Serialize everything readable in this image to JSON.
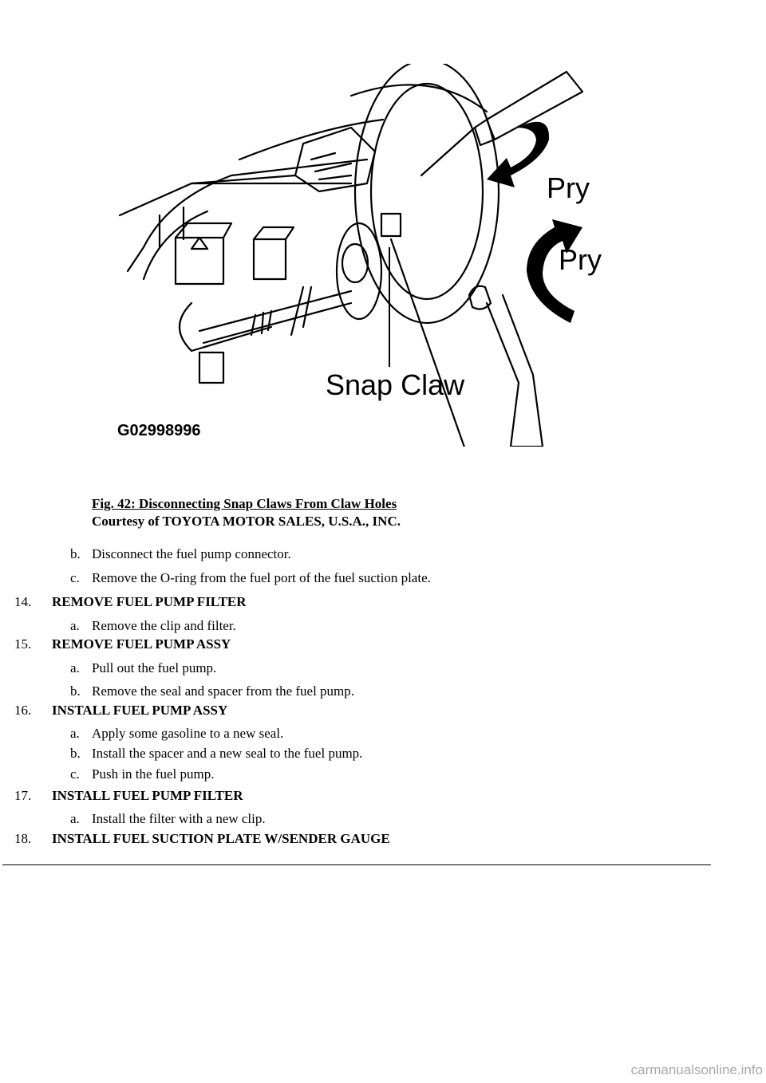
{
  "figure": {
    "labels": {
      "pry_top": "Pry",
      "pry_bottom": "Pry",
      "snap_claw": "Snap Claw"
    },
    "code": "G02998996"
  },
  "caption": {
    "title": "Fig. 42: Disconnecting Snap Claws From Claw Holes",
    "courtesy": "Courtesy of TOYOTA MOTOR SALES, U.S.A., INC."
  },
  "substeps_top": [
    {
      "letter": "b.",
      "text": "Disconnect the fuel pump connector."
    },
    {
      "letter": "c.",
      "text": "Remove the O-ring from the fuel port of the fuel suction plate."
    }
  ],
  "steps": [
    {
      "number": "14.",
      "title": "REMOVE FUEL PUMP FILTER",
      "substeps": [
        {
          "letter": "a.",
          "text": "Remove the clip and filter."
        }
      ]
    },
    {
      "number": "15.",
      "title": "REMOVE FUEL PUMP ASSY",
      "substeps": [
        {
          "letter": "a.",
          "text": "Pull out the fuel pump."
        },
        {
          "letter": "b.",
          "text": "Remove the seal and spacer from the fuel pump."
        }
      ]
    },
    {
      "number": "16.",
      "title": "INSTALL FUEL PUMP ASSY",
      "substeps": [
        {
          "letter": "a.",
          "text": "Apply some gasoline to a new seal."
        },
        {
          "letter": "b.",
          "text": "Install the spacer and a new seal to the fuel pump."
        },
        {
          "letter": "c.",
          "text": "Push in the fuel pump."
        }
      ]
    },
    {
      "number": "17.",
      "title": "INSTALL FUEL PUMP FILTER",
      "substeps": [
        {
          "letter": "a.",
          "text": "Install the filter with a new clip."
        }
      ]
    },
    {
      "number": "18.",
      "title": "INSTALL FUEL SUCTION PLATE W/SENDER GAUGE",
      "substeps": []
    }
  ],
  "watermark": "carmanualsonline.info"
}
